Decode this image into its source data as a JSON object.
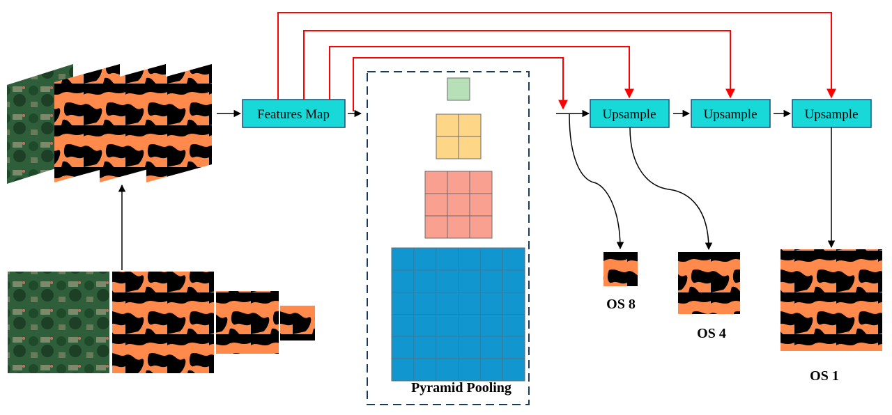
{
  "diagram": {
    "features_map_label": "Features Map",
    "upsample_labels": [
      "Upsample",
      "Upsample",
      "Upsample"
    ],
    "pyramid_pooling_label": "Pyramid Pooling",
    "pooling_levels": [
      {
        "grid": 1,
        "color": "#b8e0b8"
      },
      {
        "grid": 2,
        "color": "#fdd688"
      },
      {
        "grid": 3,
        "color": "#f9a090"
      },
      {
        "grid": 6,
        "color": "#1296cf"
      }
    ],
    "outputs": [
      {
        "label": "OS 8"
      },
      {
        "label": "OS 4"
      },
      {
        "label": "OS 1"
      }
    ],
    "colors": {
      "box_fill": "#18d8d8",
      "box_stroke": "#1f4e79",
      "skip_arrow": "#ff0000",
      "dashed_border": "#1a3a5c",
      "mask_orange": "#ff8a4c",
      "mask_black": "#000000"
    }
  }
}
